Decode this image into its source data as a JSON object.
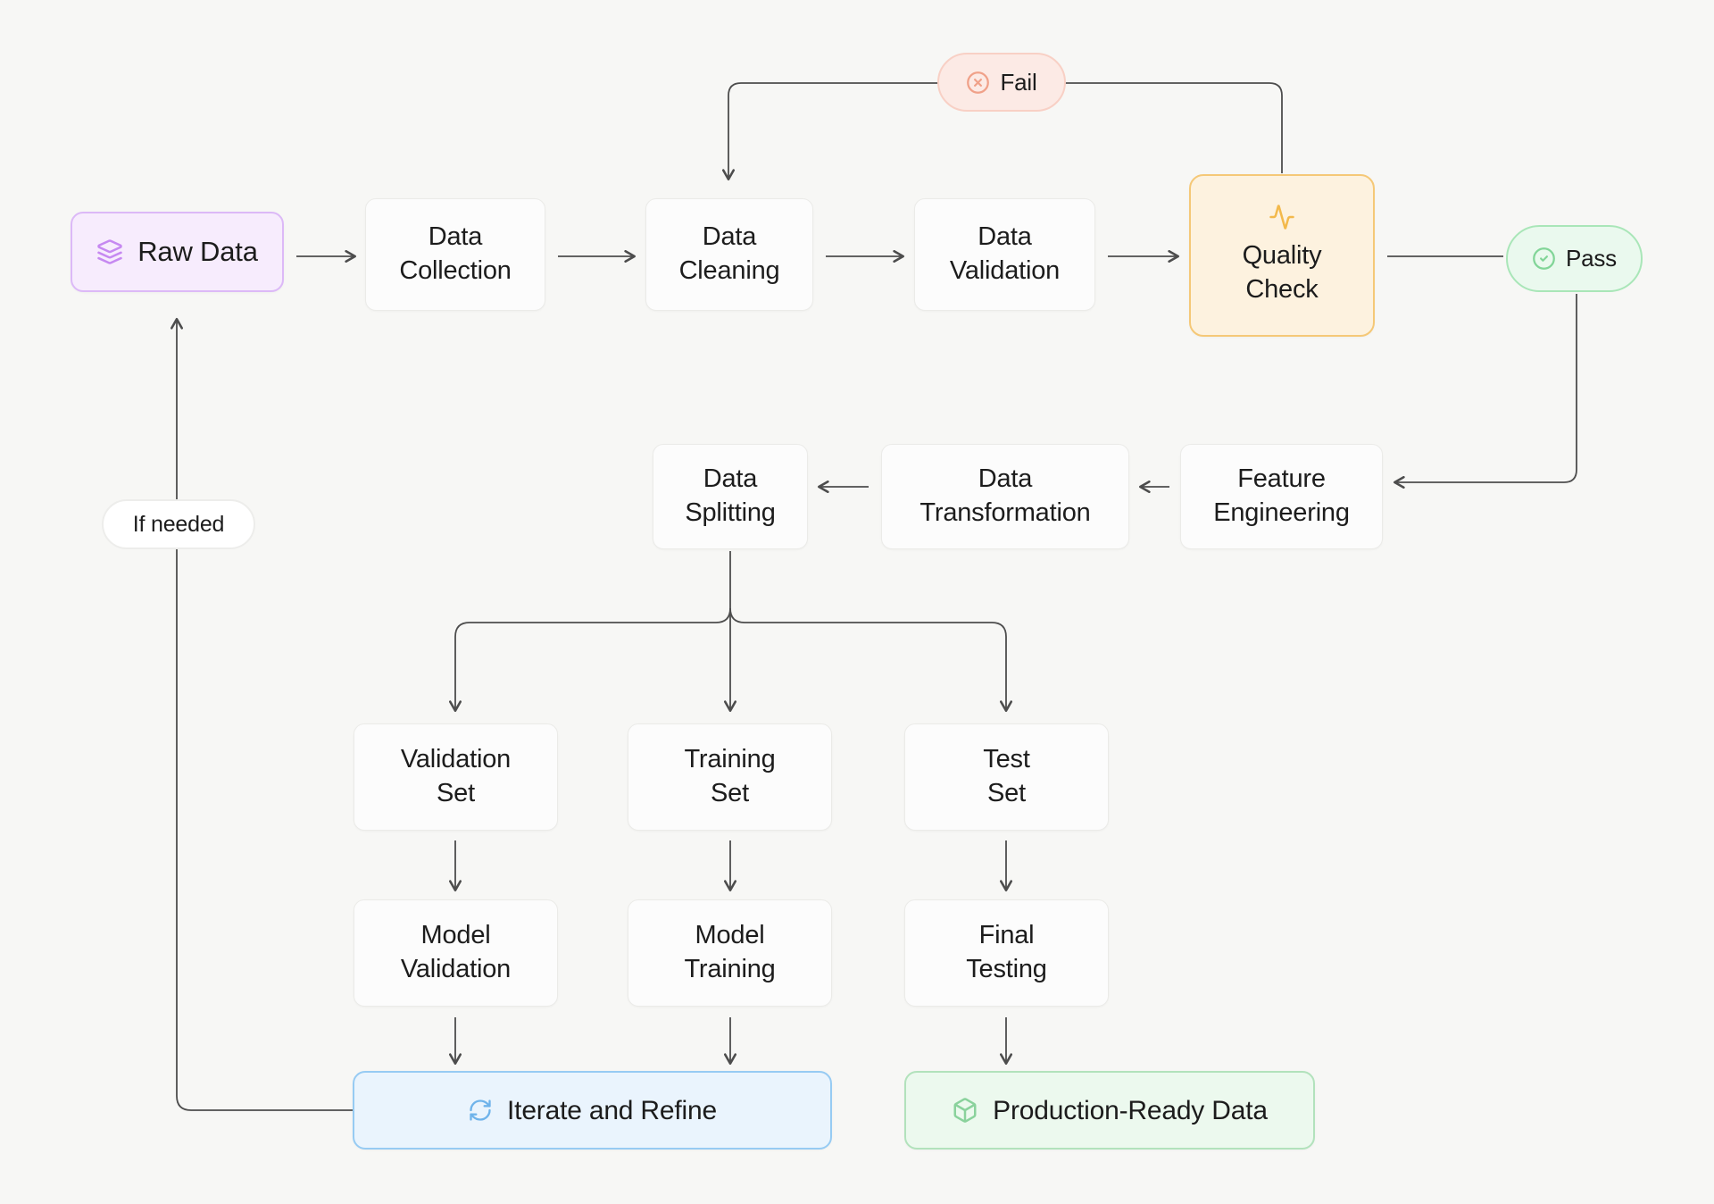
{
  "diagram": {
    "nodes": {
      "raw_data": {
        "label": "Raw Data",
        "icon": "layers-icon",
        "bg": "#f7ecfd",
        "border": "#dcb9f7",
        "icon_color": "#c689f1"
      },
      "data_collection": {
        "label": "Data Collection"
      },
      "data_cleaning": {
        "label": "Data Cleaning"
      },
      "data_validation": {
        "label": "Data Validation"
      },
      "quality_check": {
        "label": "Quality Check",
        "icon": "activity-icon",
        "bg": "#fdf2df",
        "border": "#f5c877",
        "icon_color": "#f3b94b"
      },
      "data_splitting": {
        "label": "Data Splitting"
      },
      "data_transformation": {
        "label": "Data Transformation"
      },
      "feature_engineering": {
        "label": "Feature Engineering"
      },
      "validation_set": {
        "label": "Validation Set"
      },
      "training_set": {
        "label": "Training Set"
      },
      "test_set": {
        "label": "Test Set"
      },
      "model_validation": {
        "label": "Model Validation"
      },
      "model_training": {
        "label": "Model Training"
      },
      "final_testing": {
        "label": "Final Testing"
      },
      "iterate_and_refine": {
        "label": "Iterate and Refine",
        "icon": "refresh-icon",
        "bg": "#eaf4fd",
        "border": "#97cbf3",
        "icon_color": "#6fb3ea"
      },
      "production_ready_data": {
        "label": "Production-Ready Data",
        "icon": "package-icon",
        "bg": "#ecf9ee",
        "border": "#b2e2bc",
        "icon_color": "#8ad29c"
      }
    },
    "badges": {
      "fail": {
        "label": "Fail",
        "icon": "circle-x-icon",
        "bg": "#fcEAE5",
        "border": "#f8d0c5",
        "icon_color": "#f0a189"
      },
      "pass": {
        "label": "Pass",
        "icon": "circle-check-icon",
        "bg": "#eaf9ee",
        "border": "#a9e6b8",
        "icon_color": "#82d598"
      },
      "if_needed": {
        "label": "If needed",
        "bg": "#ffffff",
        "border": "#ededeb"
      }
    },
    "colors": {
      "background": "#f7f7f5",
      "node_bg": "#fcfcfc",
      "node_border": "#ebebe8",
      "edge": "#4d4d4d",
      "text": "#1c1c1c"
    }
  }
}
